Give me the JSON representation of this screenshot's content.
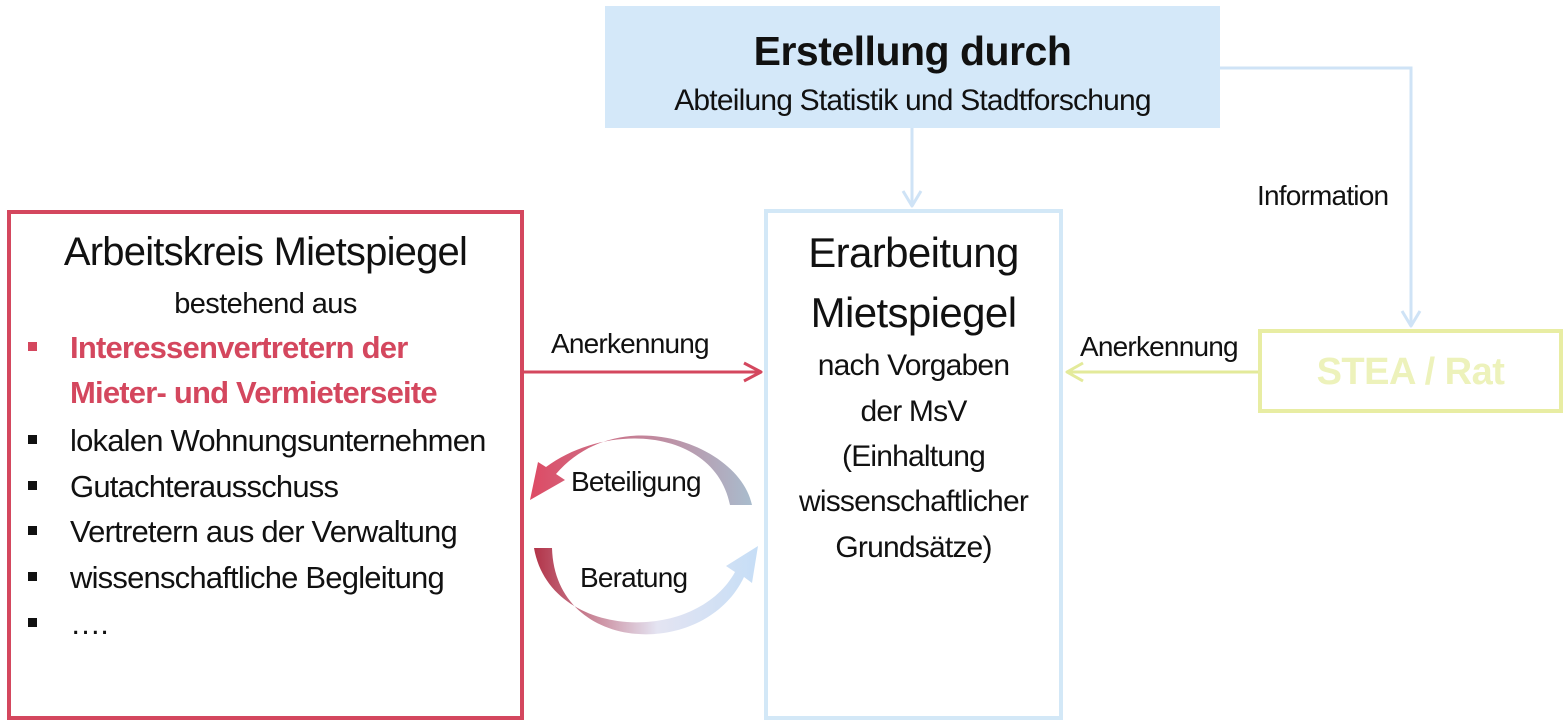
{
  "top_box": {
    "title": "Erstellung durch",
    "subtitle": "Abteilung Statistik und Stadtforschung"
  },
  "left_box": {
    "title": "Arbeitskreis Mietspiegel",
    "subtitle": "bestehend aus",
    "members": [
      {
        "text": "Interessenvertretern der",
        "highlight": true
      },
      {
        "text": "Mieter- und Vermieterseite",
        "highlight": true,
        "continuation": true
      },
      {
        "text": "lokalen Wohnungsunternehmen"
      },
      {
        "text": "Gutachterausschuss"
      },
      {
        "text": "Vertretern aus der Verwaltung"
      },
      {
        "text": "wissenschaftliche Begleitung"
      },
      {
        "text": "…."
      }
    ]
  },
  "center_box": {
    "title_line1": "Erarbeitung",
    "title_line2": "Mietspiegel",
    "lines": [
      "nach Vorgaben",
      "der MsV",
      "(Einhaltung",
      "wissenschaftlicher",
      "Grundsätze)"
    ]
  },
  "right_box": {
    "label": "STEA / Rat"
  },
  "connectors": {
    "left_to_center": "Anerkennung",
    "right_to_center": "Anerkennung",
    "top_to_right": "Information",
    "cycle_top": "Beteiligung",
    "cycle_bottom": "Beratung"
  },
  "colors": {
    "top_fill": "#d4e8f9",
    "left_border": "#d4475e",
    "center_border": "#d3e8f7",
    "right_border": "#e8eda3",
    "right_text": "#edf2bb",
    "blue_connector": "#cfe3f6",
    "red_connector": "#d4475e",
    "yellow_connector": "#e3ea9a"
  }
}
